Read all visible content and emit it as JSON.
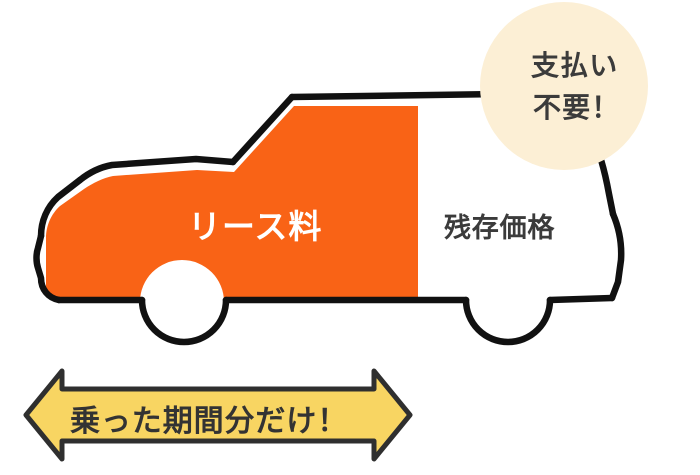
{
  "diagram": {
    "title_semantic": "car-lease-residual-value-diagram",
    "background_color": "#ffffff"
  },
  "car": {
    "outline_color": "#111111",
    "body_fill_color": "#ffffff",
    "lease_fill_color": "#F96316",
    "lease_label": "リース料",
    "lease_label_color": "#ffffff",
    "residual_label": "残存価格",
    "residual_label_color": "#3b3b3b"
  },
  "badge": {
    "shape": "circle",
    "fill_color": "#FCEFD5",
    "line1": "支払い",
    "line2": "不要！",
    "text_color": "#3b3b3b"
  },
  "arrow_banner": {
    "shape": "double-headed-arrow",
    "fill_color": "#F8D562",
    "outline_color": "#2f2f2f",
    "label": "乗った期間分だけ！",
    "label_color": "#333333"
  }
}
